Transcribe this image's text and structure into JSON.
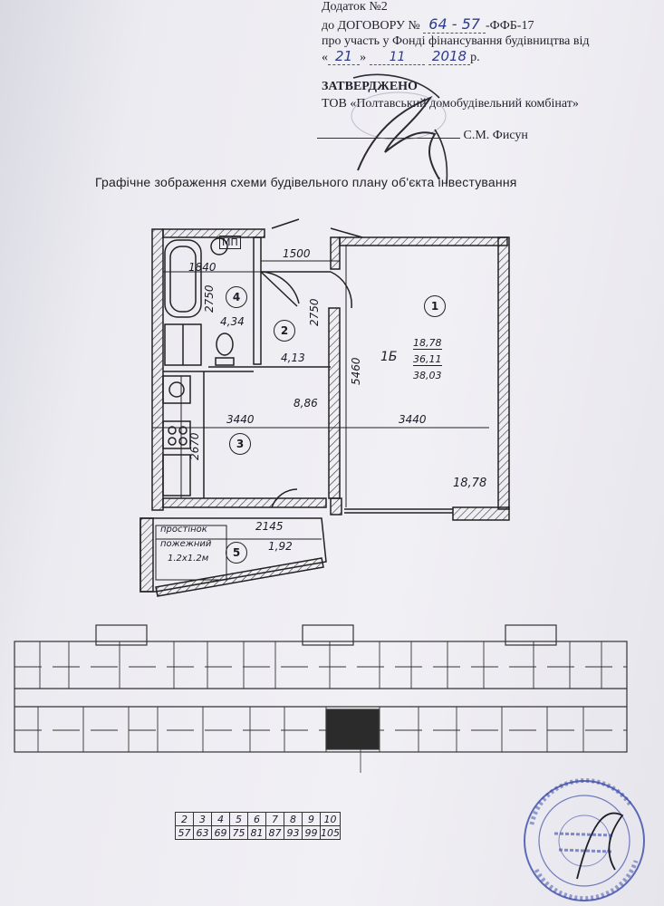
{
  "header": {
    "line1": "Додаток №2",
    "line2_prefix": "до ДОГОВОРУ №",
    "contract_number": "64 - 57",
    "line2_suffix": "-ФФБ-17",
    "line3": "про участь у Фонді фінансування будівництва від",
    "date_open": "«",
    "date_day": "21",
    "date_close": "»",
    "date_month": "11",
    "date_year": "2018",
    "date_suffix": "р.",
    "approved": "ЗАТВЕРДЖЕНО",
    "company": "ТОВ «Полтавський домобудівельний комбінат»",
    "signatory": "С.М. Фисун"
  },
  "title": "Графічне зображення схеми будівельного плану об'єкта інвестування",
  "plan": {
    "mp": "МП",
    "dims": {
      "d1840": "1840",
      "d1500": "1500",
      "d2750a": "2750",
      "d2750b": "2750",
      "d5460": "5460",
      "d3440a": "3440",
      "d3440b": "3440",
      "d2670": "2670",
      "d2145": "2145"
    },
    "rooms": [
      {
        "num": "1",
        "area": "18,78"
      },
      {
        "num": "2",
        "area": "4,13"
      },
      {
        "num": "3",
        "area": "8,86"
      },
      {
        "num": "4",
        "area": "4,34"
      },
      {
        "num": "5",
        "area": "1,92"
      }
    ],
    "apartment": {
      "type": "1Б",
      "living": "18,78",
      "total": "36,11",
      "total_balcony": "38,03"
    },
    "firewall_line1": "простінок",
    "firewall_line2": "пожежний",
    "firewall_line3": "1.2х1.2м"
  },
  "section_table": {
    "row1": [
      "2",
      "3",
      "4",
      "5",
      "6",
      "7",
      "8",
      "9",
      "10"
    ],
    "row2": [
      "57",
      "63",
      "69",
      "75",
      "81",
      "87",
      "93",
      "99",
      "105"
    ]
  },
  "colors": {
    "ink": "#1d1d2a",
    "handwriting": "#2d3a8c",
    "stamp": "#3a4aa8"
  }
}
